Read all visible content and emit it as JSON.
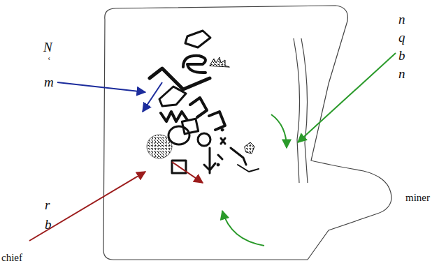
{
  "diagram": {
    "labels": [
      "N",
      "ʿ",
      "m",
      "r",
      "b",
      "chief",
      "n",
      "q",
      "b",
      "n",
      "miner"
    ]
  }
}
